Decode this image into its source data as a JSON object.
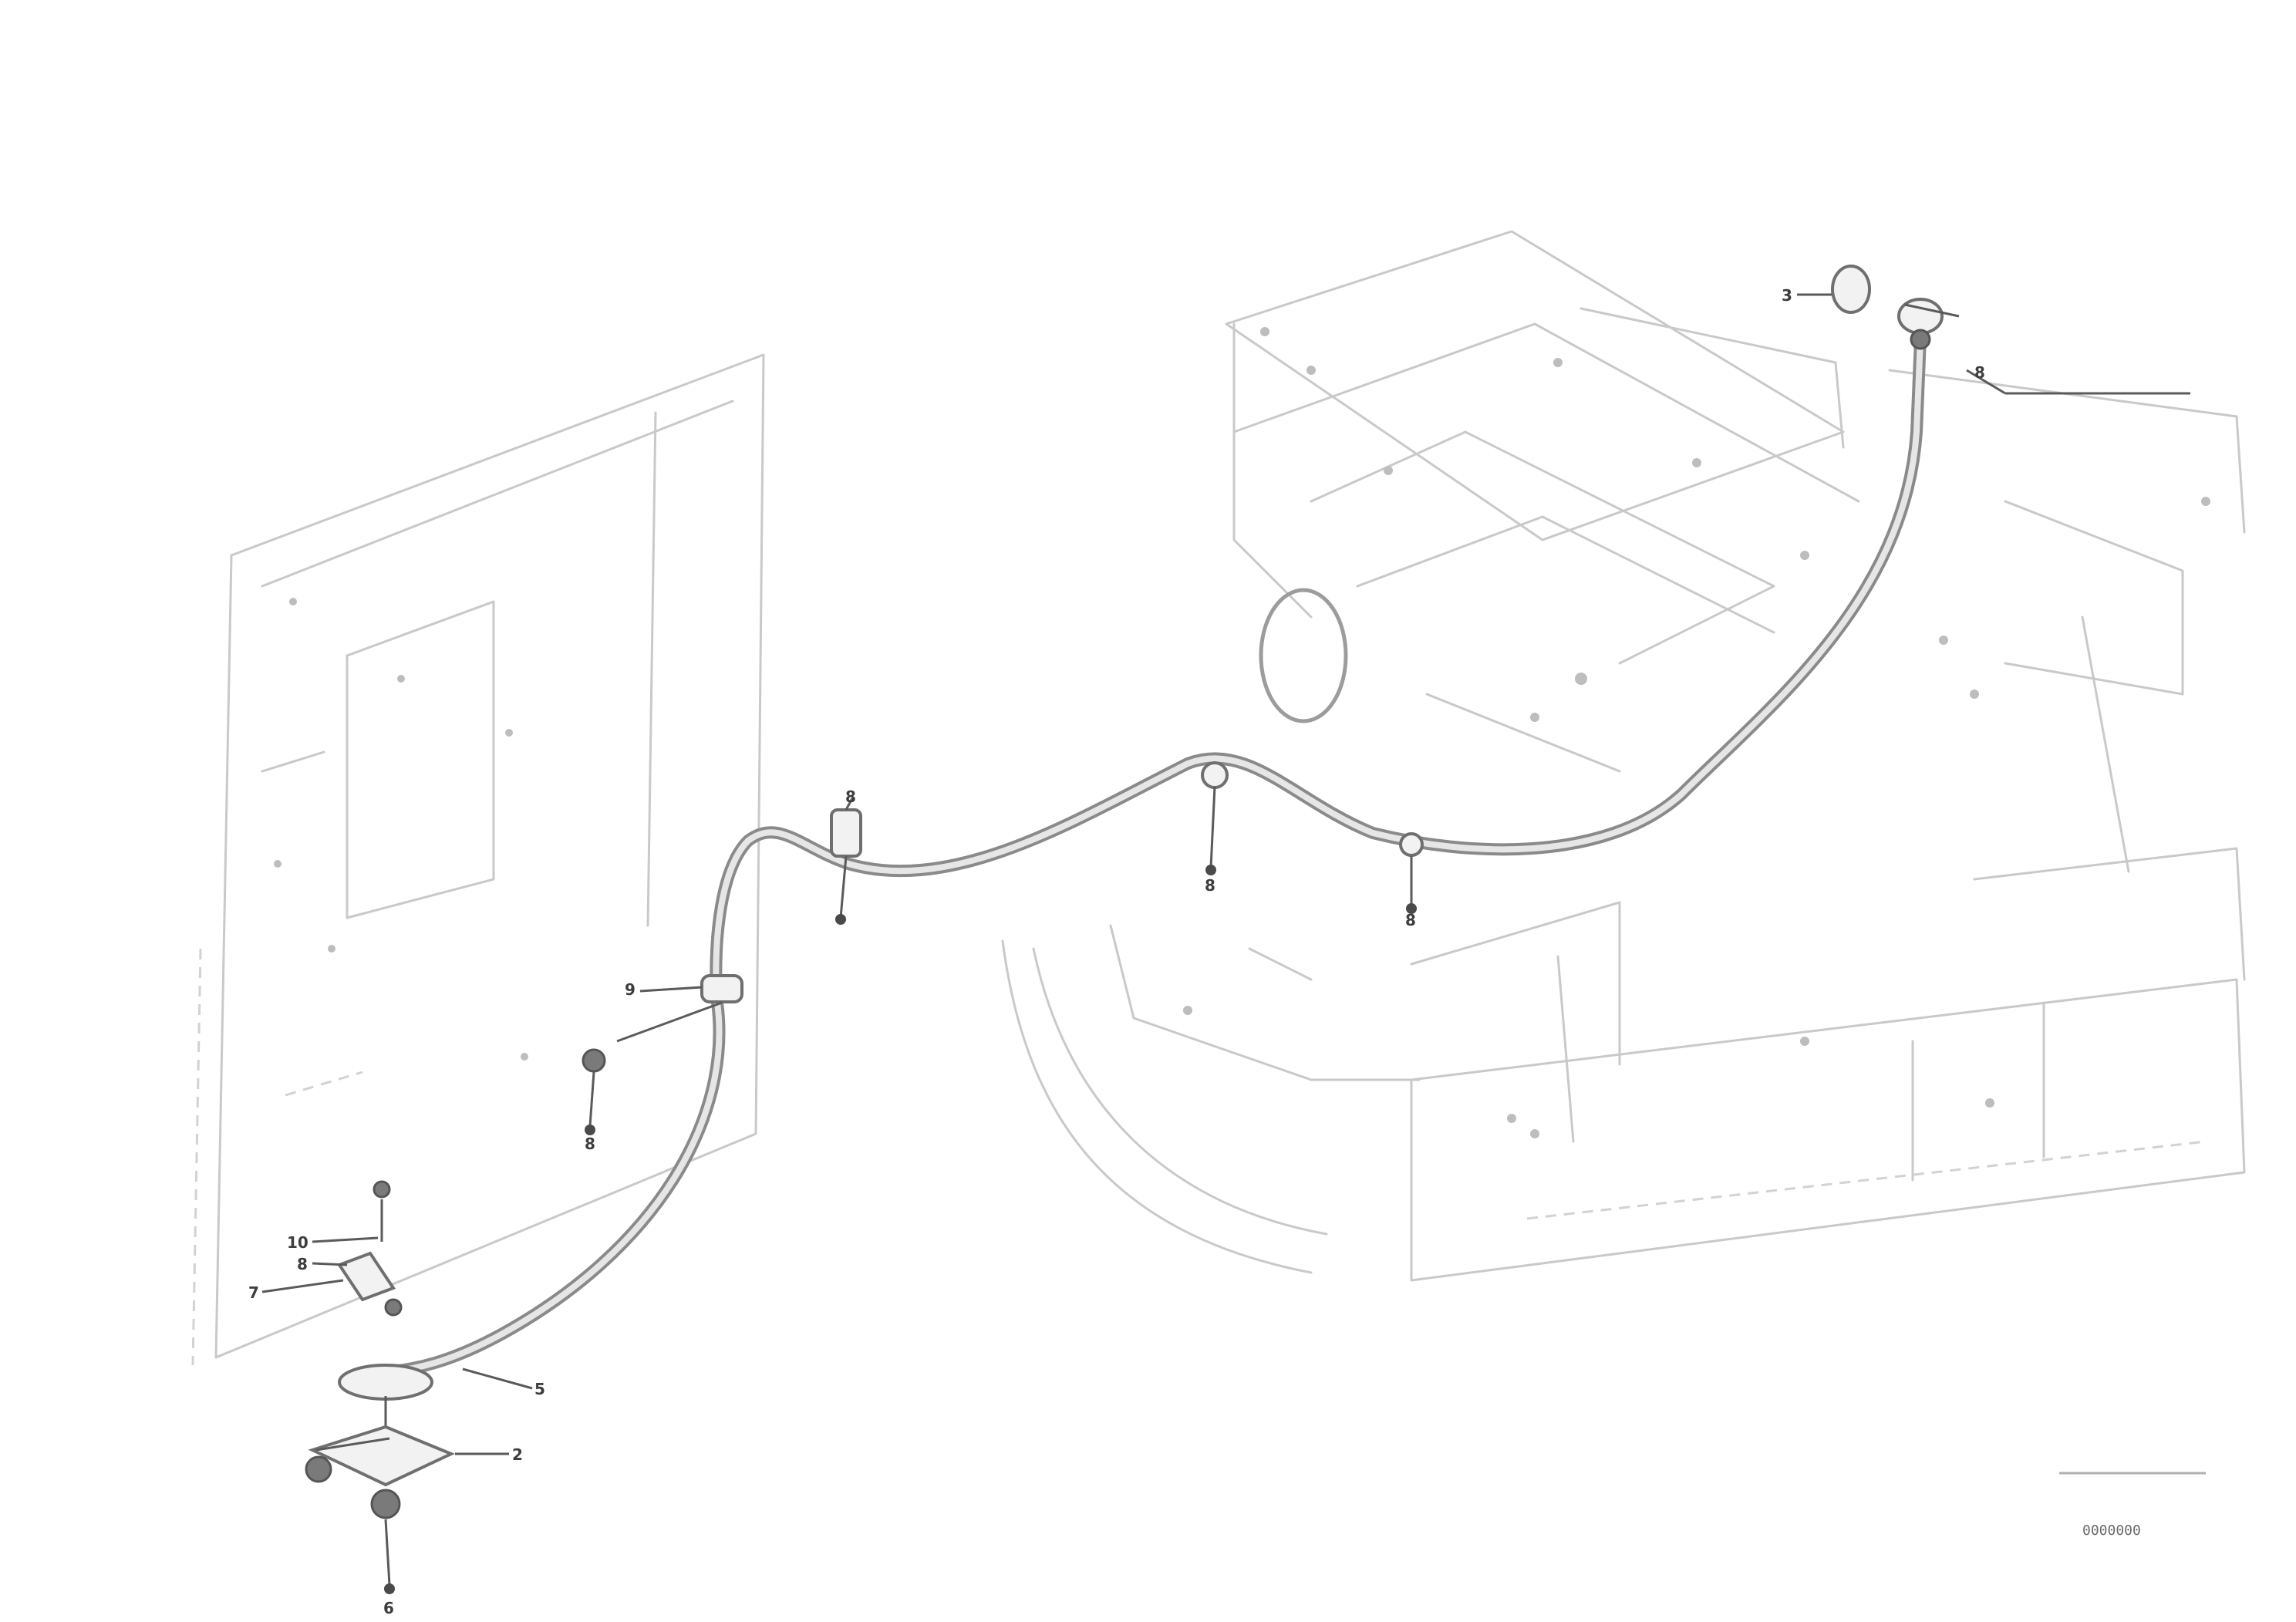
{
  "callouts": [
    {
      "id": "c-top-right",
      "label": "3"
    },
    {
      "id": "c-side-upper",
      "label": "8"
    },
    {
      "id": "c-fastener",
      "label": "9"
    },
    {
      "id": "c-clip-a",
      "label": "8"
    },
    {
      "id": "c-clip-b",
      "label": "8"
    },
    {
      "id": "c-clip-c",
      "label": "8"
    },
    {
      "id": "c-clip-d",
      "label": "8"
    },
    {
      "id": "c-stack-1",
      "label": "10"
    },
    {
      "id": "c-stack-2",
      "label": "8"
    },
    {
      "id": "c-stack-3",
      "label": "7"
    },
    {
      "id": "c-hose-clamp",
      "label": "5"
    },
    {
      "id": "c-base",
      "label": "2"
    },
    {
      "id": "c-bottom",
      "label": "6"
    }
  ],
  "drawing_code": {
    "line1": "",
    "line2": "0000000"
  }
}
